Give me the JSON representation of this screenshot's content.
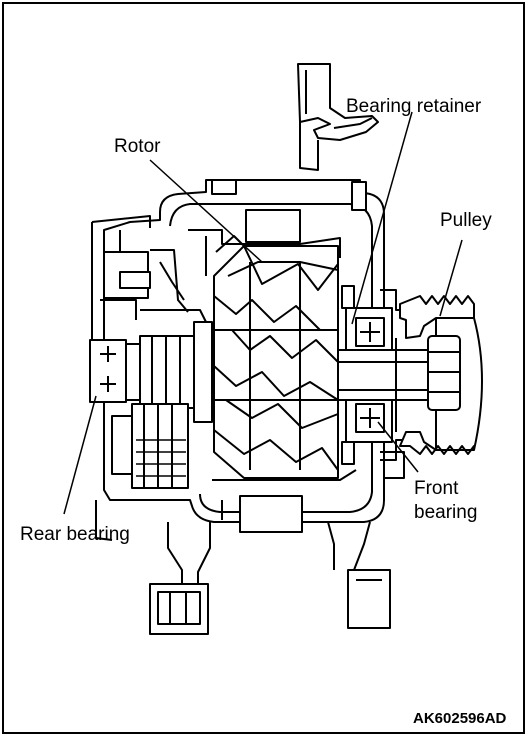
{
  "labels": {
    "bearing_retainer": "Bearing retainer",
    "rotor": "Rotor",
    "pulley": "Pulley",
    "front_bearing_line1": "Front",
    "front_bearing_line2": "bearing",
    "rear_bearing": "Rear bearing"
  },
  "figure_code": "AK602596AD",
  "colors": {
    "line": "#000000",
    "background": "#ffffff",
    "fill": "#ffffff"
  }
}
